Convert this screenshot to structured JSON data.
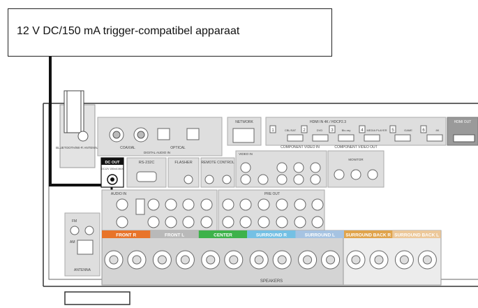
{
  "device": {
    "label": "12 V DC/150 mA trigger-compatibel apparaat"
  },
  "panel": {
    "antenna_label": "BLUETOOTH/Wi-Fi ANTENNA",
    "coaxial_label": "COAXIAL",
    "optical_label": "OPTICAL",
    "digital_audio_label": "DIGITAL AUDIO IN",
    "network_label": "NETWORK",
    "hdmi_in_label": "HDMI IN 4K / HDCP2.3",
    "hdmi_out_label": "HDMI OUT",
    "hdmi_inputs": [
      "1",
      "2",
      "3",
      "4",
      "5",
      "6"
    ],
    "hdmi_input_names": [
      "CBL/SAT",
      "DVD",
      "Blu-ray",
      "MEDIA PLAYER",
      "GAME",
      "8K"
    ],
    "dc_out_label": "DC OUT",
    "dc_out_spec": "DC12V 150mA MAX",
    "rs232c_label": "RS-232C",
    "flasher_label": "FLASHER",
    "remote_control_label": "REMOTE CONTROL",
    "component_in_label": "COMPONENT VIDEO IN",
    "component_out_label": "COMPONENT VIDEO OUT",
    "monitor_label": "MONITOR",
    "video_in_label": "VIDEO IN",
    "audio_in_label": "AUDIO IN",
    "pre_out_label": "PRE OUT",
    "fm_label": "FM",
    "am_label": "AM",
    "antenna_fmam_label": "ANTENNA",
    "speakers_label": "SPEAKERS",
    "speaker_groups": [
      {
        "label": "FRONT R",
        "color": "#e8742a"
      },
      {
        "label": "FRONT L",
        "color": "#b9b9b9"
      },
      {
        "label": "CENTER",
        "color": "#3db24a"
      },
      {
        "label": "SURROUND R",
        "color": "#74c0e4"
      },
      {
        "label": "SURROUND L",
        "color": "#a6c3e2"
      },
      {
        "label": "SURROUND BACK R",
        "color": "#e0a44c"
      },
      {
        "label": "SURROUND BACK L",
        "color": "#ecc89a"
      }
    ]
  }
}
